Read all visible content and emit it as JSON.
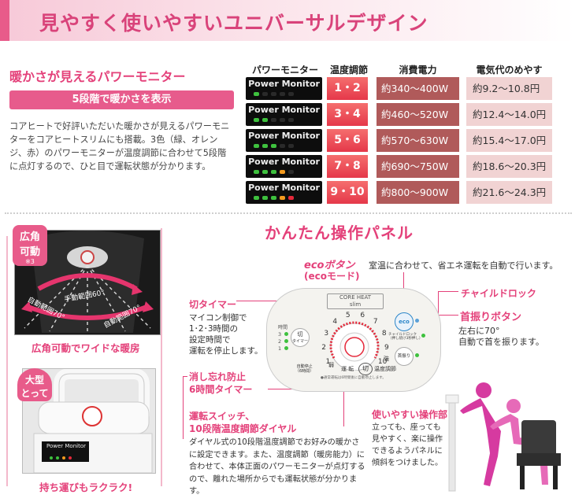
{
  "header": {
    "title": "見やすく使いやすいユニバーサルデザイン"
  },
  "power_monitor": {
    "heading": "暖かさが見えるパワーモニター",
    "subheading": "5段階で暖かさを表示",
    "description": "コアヒートで好評いただいた暖かさが見えるパワーモニターをコアヒートスリムにも搭載。3色（緑、オレンジ、赤）のパワーモニターが温度調節に合わせて5段階に点灯するので、ひと目で運転状態が分かります。",
    "table": {
      "headers": [
        "パワーモニター",
        "温度調節",
        "消費電力",
        "電気代のめやす"
      ],
      "monitor_label": "Power Monitor",
      "rows": [
        {
          "temp": "1・2",
          "power": "約340～400W",
          "cost": "約9.2～10.8円",
          "leds": 1
        },
        {
          "temp": "3・4",
          "power": "約460～520W",
          "cost": "約12.4～14.0円",
          "leds": 2
        },
        {
          "temp": "5・6",
          "power": "約570～630W",
          "cost": "約15.4～17.0円",
          "leds": 3
        },
        {
          "temp": "7・8",
          "power": "約690～750W",
          "cost": "約18.6～20.3円",
          "leds": 4
        },
        {
          "temp": "9・10",
          "power": "約800～900W",
          "cost": "約21.6～24.3円",
          "leds": 5
        }
      ]
    },
    "led_colors": {
      "green": "#3ec13e",
      "orange": "#f39a1e",
      "red": "#e5283a",
      "off": "#2a2a2a"
    }
  },
  "wide_angle": {
    "badge_line1": "広角",
    "badge_line2": "可動",
    "badge_note": "※3",
    "label_manual": "手動範囲60°",
    "label_auto_left": "自動範囲70°",
    "label_auto_right": "自動範囲70°",
    "caption": "広角可動でワイドな暖房"
  },
  "carry": {
    "badge_line1": "大型",
    "badge_line2": "とって",
    "monitor_label": "Power Monitor",
    "caption": "持ち運びもラクラク!"
  },
  "panel": {
    "heading": "かんたん操作パネル",
    "eco_title": "ecoボタン",
    "eco_mode": "(ecoモード)",
    "eco_desc": "室温に合わせて、省エネ運転を自動で行います。",
    "child_lock": "チャイルドロック",
    "swing_title": "首振りボタン",
    "swing_desc_1": "左右に70°",
    "swing_desc_2": "自動で首を振ります。",
    "off_timer_title": "切タイマー",
    "off_timer_desc_1": "マイコン制御で",
    "off_timer_desc_2": "1･2･3時間の",
    "off_timer_desc_3": "設定時間で",
    "off_timer_desc_4": "運転を停止します。",
    "forget_title_1": "消し忘れ防止",
    "forget_title_2": "6時間タイマー",
    "dial_title_1": "運転スイッチ、",
    "dial_title_2": "10段階温度調節ダイヤル",
    "dial_desc": "ダイヤル式の10段階温度調節でお好みの暖かさに設定できます。また、温度調節（暖房能力）に合わせて、本体正面のパワーモニターが点灯するので、離れた場所からでも運転状態が分かります。",
    "easy_title": "使いやすい操作部",
    "easy_desc": "立っても、座っても見やすく、楽に操作できるようパネルに傾斜をつけました。",
    "device": {
      "brand_line1": "CORE HEAT",
      "brand_line2": "slim",
      "timer_label": "時間",
      "timer_nums": [
        "3",
        "2",
        "1"
      ],
      "timer_btn_1": "切",
      "timer_btn_2": "タイマー",
      "dial_nums": [
        "1",
        "2",
        "3",
        "4",
        "5",
        "6",
        "7",
        "8",
        "9",
        "10"
      ],
      "weak": "弱",
      "strong": "強",
      "run": "運 転",
      "off": "切",
      "temp_adjust": "温度調節",
      "auto_stop_1": "自動停止",
      "auto_stop_2": "（6時間）",
      "note": "●通常運転は6時間後に自動停止します。",
      "eco_btn": "eco",
      "child_lock_small_1": "チャイルドロック",
      "child_lock_small_2": "（押し続け3秒押し）",
      "swing_btn": "首振り"
    }
  }
}
